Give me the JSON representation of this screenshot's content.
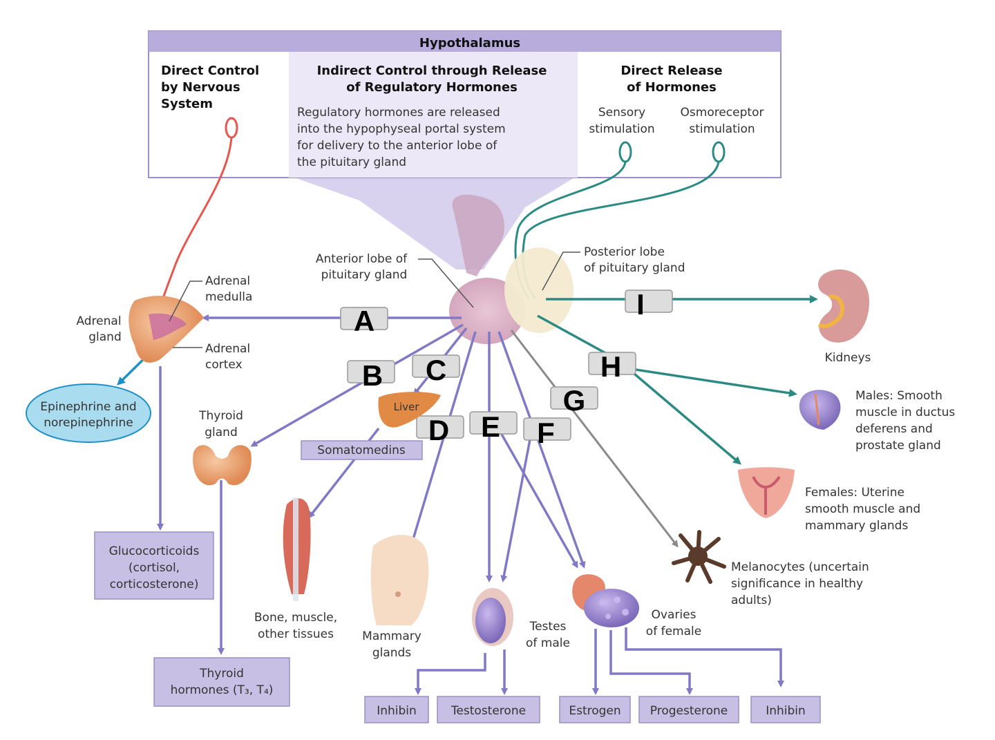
{
  "header": {
    "title": "Hypothalamus",
    "col1_title": [
      "Direct Control",
      "by Nervous",
      "System"
    ],
    "col2_title": [
      "Indirect Control through Release",
      "of Regulatory Hormones"
    ],
    "col2_desc": [
      "Regulatory hormones are released",
      "into the hypophyseal portal system",
      "for delivery to the anterior lobe of",
      "the pituitary gland"
    ],
    "col3_title": [
      "Direct Release",
      "of Hormones"
    ],
    "sensory": [
      "Sensory",
      "stimulation"
    ],
    "osmo": [
      "Osmoreceptor",
      "stimulation"
    ]
  },
  "pituitary": {
    "anterior": [
      "Anterior lobe of",
      "pituitary gland"
    ],
    "posterior": [
      "Posterior lobe",
      "of pituitary gland"
    ]
  },
  "adrenal": {
    "gland": [
      "Adrenal",
      "gland"
    ],
    "medulla": [
      "Adrenal",
      "medulla"
    ],
    "cortex": [
      "Adrenal",
      "cortex"
    ],
    "epi": [
      "Epinephrine and",
      "norepinephrine"
    ],
    "gluco": [
      "Glucocorticoids",
      "(cortisol,",
      "corticosterone)"
    ]
  },
  "thyroid": {
    "gland": [
      "Thyroid",
      "gland"
    ],
    "hormones": [
      "Thyroid",
      "hormones (T₃, T₄)"
    ]
  },
  "liver": "Liver",
  "somatomedins": "Somatomedins",
  "bone": [
    "Bone, muscle,",
    "other tissues"
  ],
  "mammary": [
    "Mammary",
    "glands"
  ],
  "testes": [
    "Testes",
    "of male"
  ],
  "ovaries": [
    "Ovaries",
    "of female"
  ],
  "melanocytes": [
    "Melanocytes (uncertain",
    "significance in healthy",
    "adults)"
  ],
  "kidneys": "Kidneys",
  "males": [
    "Males: Smooth",
    "muscle in ductus",
    "deferens and",
    "prostate gland"
  ],
  "females": [
    "Females: Uterine",
    "smooth muscle and",
    "mammary glands"
  ],
  "bottom": [
    "Inhibin",
    "Testosterone",
    "Estrogen",
    "Progesterone",
    "Inhibin"
  ],
  "letters": [
    "A",
    "B",
    "C",
    "D",
    "E",
    "F",
    "G",
    "H",
    "I"
  ],
  "colors": {
    "pituitary_path": "#8079c6",
    "posterior_path": "#2b8a82",
    "nerve": "#e8554e",
    "hormone_box": "#c7bfe4",
    "epi_oval": "#a9dcef"
  }
}
